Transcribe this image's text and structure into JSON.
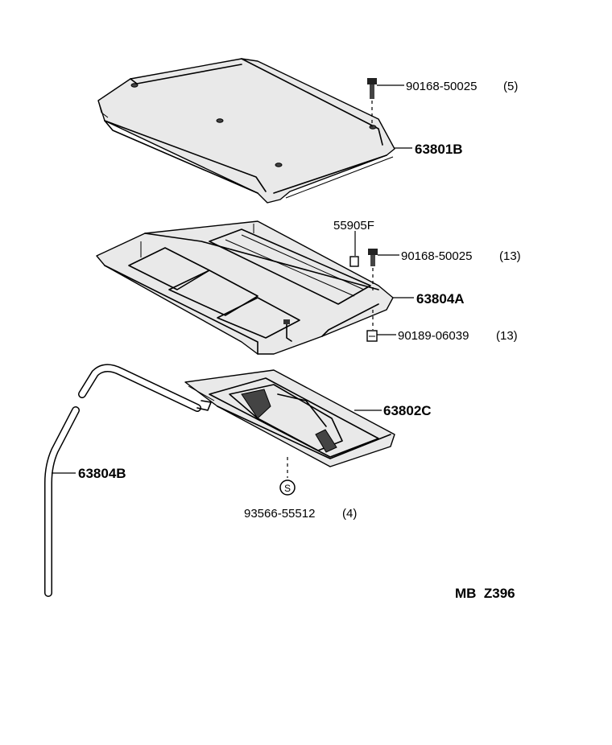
{
  "diagram": {
    "callouts": [
      {
        "id": "c1",
        "part_no": "90168-50025",
        "qty": "(5)"
      },
      {
        "id": "c2",
        "part_no": "63801B",
        "qty": ""
      },
      {
        "id": "c3",
        "part_no": "55905F",
        "qty": ""
      },
      {
        "id": "c4",
        "part_no": "90168-50025",
        "qty": "(13)"
      },
      {
        "id": "c5",
        "part_no": "63804A",
        "qty": ""
      },
      {
        "id": "c6",
        "part_no": "90189-06039",
        "qty": "(13)"
      },
      {
        "id": "c7",
        "part_no": "63802C",
        "qty": ""
      },
      {
        "id": "c8",
        "part_no": "63804B",
        "qty": ""
      },
      {
        "id": "c9",
        "part_no": "93566-55512",
        "qty": "(4)"
      }
    ],
    "s_symbol": "S",
    "figure_code": "MB  Z396"
  }
}
